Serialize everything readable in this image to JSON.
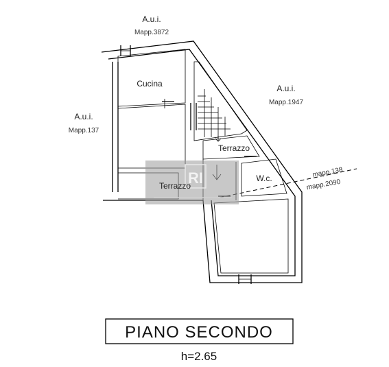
{
  "neighbors": {
    "top": {
      "label": "A.u.i.",
      "mapp": "Mapp.3872"
    },
    "left": {
      "label": "A.u.i.",
      "mapp": "Mapp.137"
    },
    "right": {
      "label": "A.u.i.",
      "mapp": "Mapp.1947"
    }
  },
  "rooms": {
    "cucina": "Cucina",
    "terrazzo_upper": "Terrazzo",
    "terrazzo_lower": "Terrazzo",
    "wc": "W.c."
  },
  "boundary": {
    "mapp_a": "mapp.138",
    "mapp_b": "mapp.2090"
  },
  "footer": {
    "floor_title": "PIANO SECONDO",
    "height": "h=2.65"
  },
  "watermark": {
    "logo_letters": "RI",
    "color": "#9a9a9a"
  }
}
